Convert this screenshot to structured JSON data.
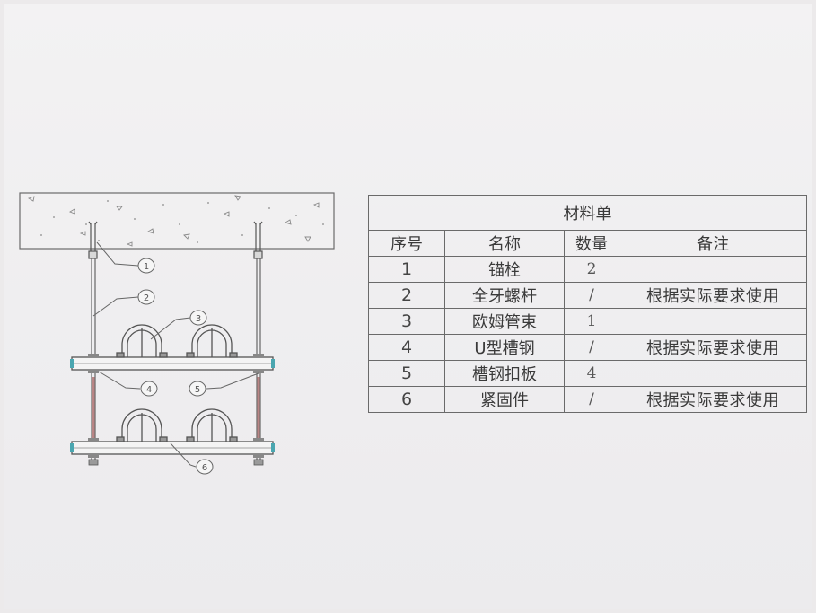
{
  "callouts": [
    "1",
    "2",
    "3",
    "4",
    "5",
    "6"
  ],
  "table": {
    "title": "材料单",
    "headers": [
      "序号",
      "名称",
      "数量",
      "备注"
    ],
    "rows": [
      {
        "no": "1",
        "name": "锚栓",
        "qty": "2",
        "note": ""
      },
      {
        "no": "2",
        "name": "全牙螺杆",
        "qty": "/",
        "note": "根据实际要求使用"
      },
      {
        "no": "3",
        "name": "欧姆管束",
        "qty": "1",
        "note": ""
      },
      {
        "no": "4",
        "name": "U型槽钢",
        "qty": "/",
        "note": "根据实际要求使用"
      },
      {
        "no": "5",
        "name": "槽钢扣板",
        "qty": "4",
        "note": ""
      },
      {
        "no": "6",
        "name": "紧固件",
        "qty": "/",
        "note": "根据实际要求使用"
      }
    ]
  },
  "colors": {
    "paper": "#efeef0",
    "line": "#555555",
    "rod": "#b98585",
    "channel": "#4aa6b0"
  }
}
